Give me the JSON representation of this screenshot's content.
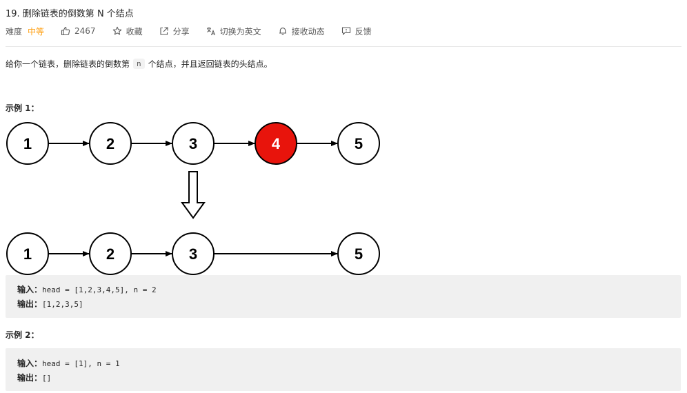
{
  "problem": {
    "title": "19. 删除链表的倒数第 N 个结点",
    "difficulty_label": "难度",
    "difficulty": "中等",
    "likes": "2467",
    "favorite": "收藏",
    "share": "分享",
    "switch_lang": "切换为英文",
    "notify": "接收动态",
    "feedback": "反馈"
  },
  "description": {
    "before": "给你一个链表，删除链表的倒数第",
    "code": "n",
    "after": "个结点，并且返回链表的头结点。"
  },
  "example1": {
    "heading": "示例 1：",
    "top_nodes": [
      "1",
      "2",
      "3",
      "4",
      "5"
    ],
    "highlight_index": 3,
    "bottom_nodes": [
      "1",
      "2",
      "3",
      "5"
    ],
    "input_label": "输入：",
    "input_value": "head = [1,2,3,4,5], n = 2",
    "output_label": "输出：",
    "output_value": "[1,2,3,5]"
  },
  "example2": {
    "heading": "示例 2：",
    "input_label": "输入：",
    "input_value": "head = [1], n = 1",
    "output_label": "输出：",
    "output_value": "[]"
  },
  "colors": {
    "difficulty_medium": "#ffa116",
    "highlight_node": "#e8140c",
    "code_bg": "#f0f0f0"
  },
  "icons": [
    "thumbs-up-icon",
    "star-icon",
    "share-icon",
    "translate-icon",
    "bell-icon",
    "feedback-icon",
    "down-arrow-icon"
  ]
}
